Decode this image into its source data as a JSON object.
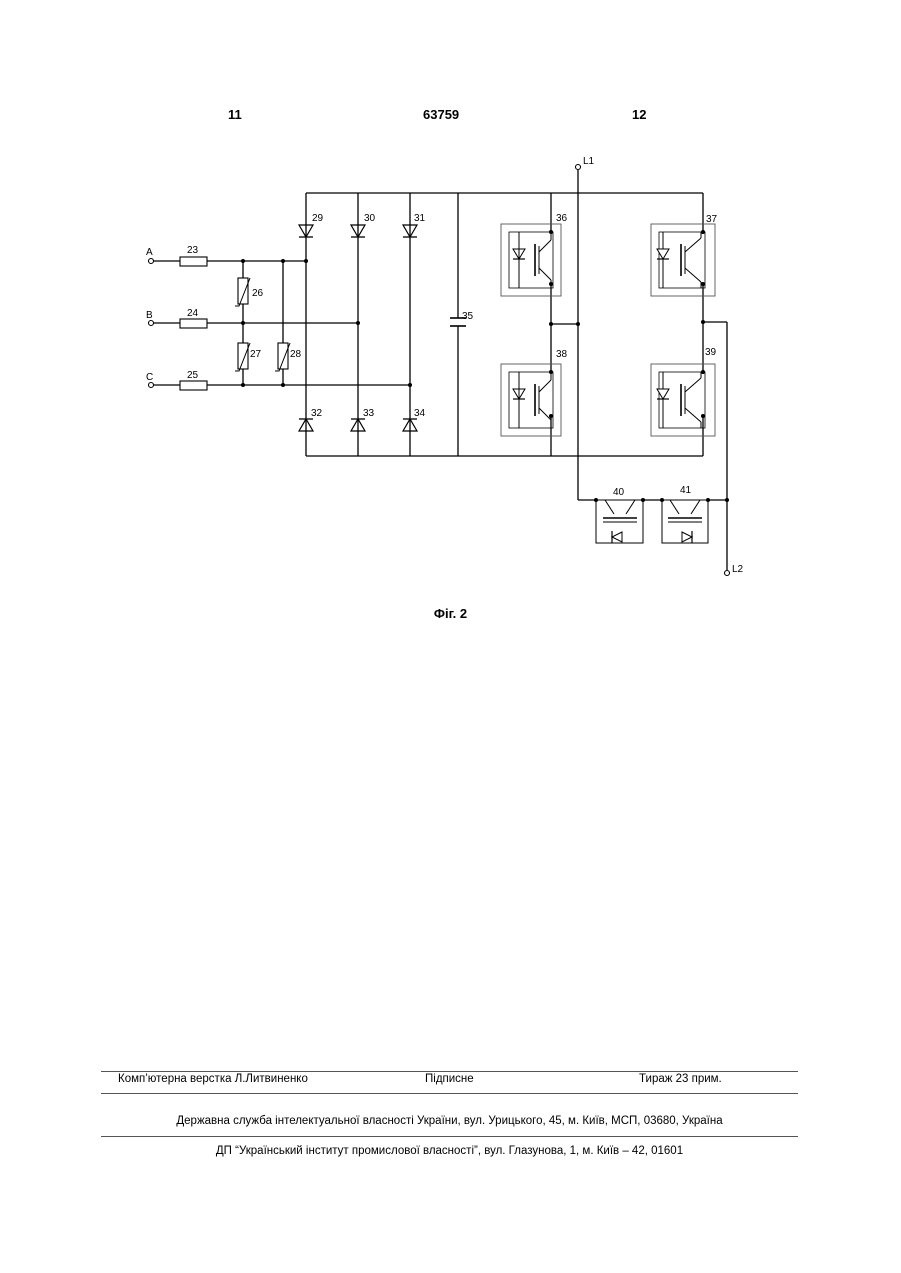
{
  "header": {
    "page_left": "11",
    "doc_number": "63759",
    "page_right": "12"
  },
  "figure": {
    "caption": "Фіг. 2",
    "terminals": {
      "a": "A",
      "b": "B",
      "c": "C",
      "l1": "L1",
      "l2": "L2"
    },
    "labels": {
      "n23": "23",
      "n24": "24",
      "n25": "25",
      "n26": "26",
      "n27": "27",
      "n28": "28",
      "n29": "29",
      "n30": "30",
      "n31": "31",
      "n32": "32",
      "n33": "33",
      "n34": "34",
      "n35": "35",
      "n36": "36",
      "n37": "37",
      "n38": "38",
      "n39": "39",
      "n40": "40",
      "n41": "41"
    }
  },
  "footer": {
    "layout": "Комп’ютерна верстка Л.Литвиненко",
    "signed": "Підписне",
    "circulation": "Тираж 23 прим.",
    "office": "Державна служба інтелектуальної власності України, вул. Урицького, 45, м. Київ, МСП, 03680, Україна",
    "institute": "ДП “Український інститут промислової власності”, вул. Глазунова, 1, м. Київ – 42, 01601"
  }
}
